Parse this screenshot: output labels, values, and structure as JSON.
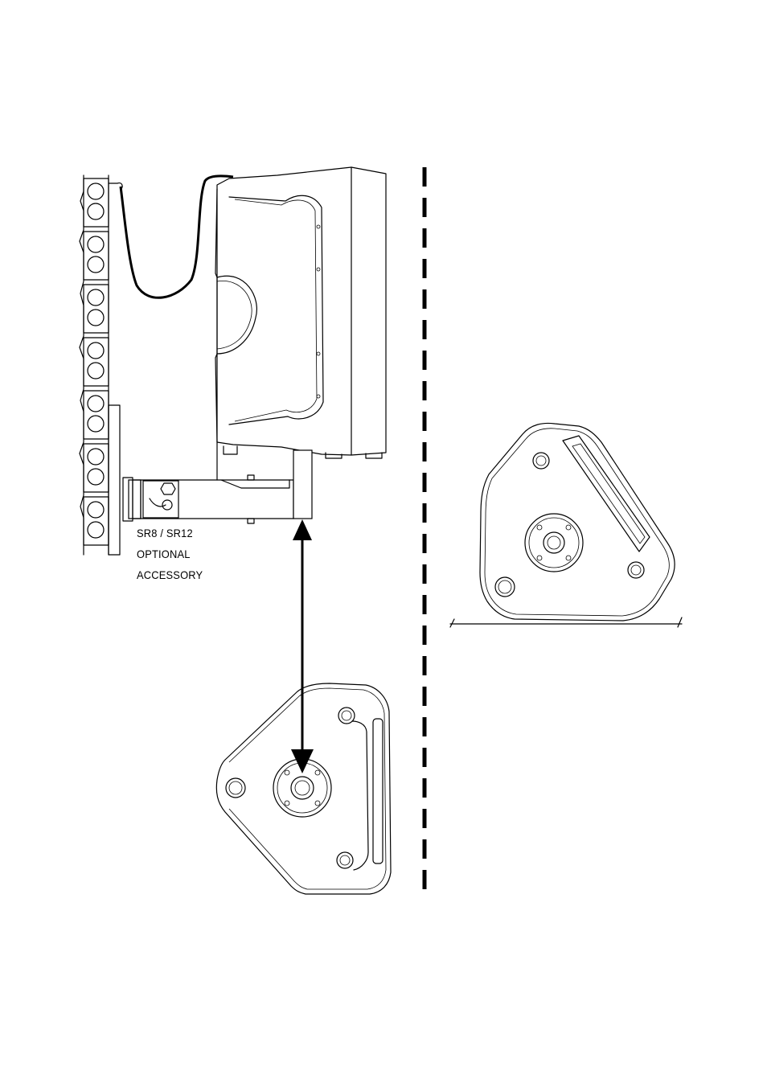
{
  "accessory_label": {
    "line1": "SR8 / SR12",
    "line2": "OPTIONAL",
    "line3": "ACCESSORY"
  }
}
